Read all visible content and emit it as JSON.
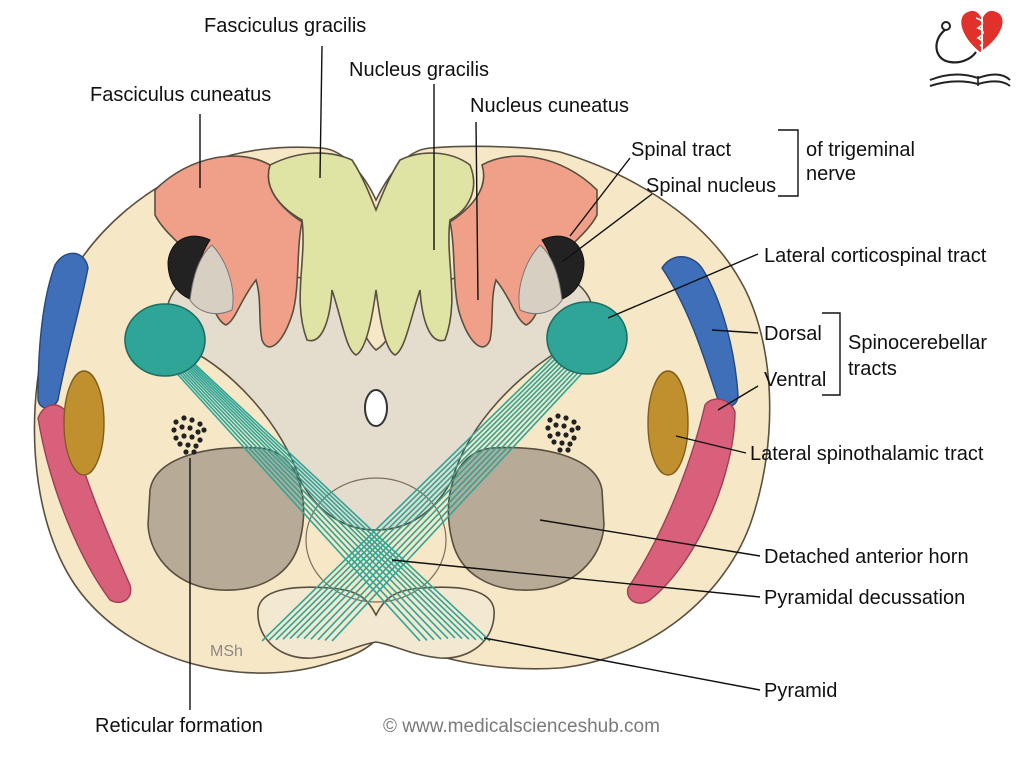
{
  "labels": {
    "fasciculus_gracilis": "Fasciculus gracilis",
    "nucleus_gracilis": "Nucleus gracilis",
    "fasciculus_cuneatus": "Fasciculus cuneatus",
    "nucleus_cuneatus": "Nucleus cuneatus",
    "spinal_tract": "Spinal tract",
    "spinal_nucleus": "Spinal nucleus",
    "trigeminal_line1": "of trigeminal",
    "trigeminal_line2": "nerve",
    "lateral_corticospinal": "Lateral corticospinal tract",
    "dorsal": "Dorsal",
    "ventral": "Ventral",
    "spinocerebellar_line1": "Spinocerebellar",
    "spinocerebellar_line2": "tracts",
    "lateral_spinothalamic": "Lateral spinothalamic tract",
    "detached_anterior_horn": "Detached anterior horn",
    "pyramidal_decussation": "Pyramidal decussation",
    "pyramid": "Pyramid",
    "reticular_formation": "Reticular formation",
    "artist_initials": "MSh",
    "copyright": "© www.medicalscienceshub.com"
  },
  "colors": {
    "white_matter": "#f6e7c6",
    "gray_matter": "#e4dccd",
    "fasciculus_gracilis": "#dfe3a4",
    "fasciculus_cuneatus": "#f0a088",
    "spinal_tract": "#222222",
    "corticospinal": "#2fa598",
    "dorsal_spinocerebellar": "#3f6fb8",
    "ventral_spinocerebellar": "#d9607a",
    "spinothalamic": "#c0902f",
    "anterior_horn": "#b7aa97",
    "logo_heart": "#e0322b"
  },
  "logo": {
    "name": "medical-sciences-hub-logo"
  }
}
